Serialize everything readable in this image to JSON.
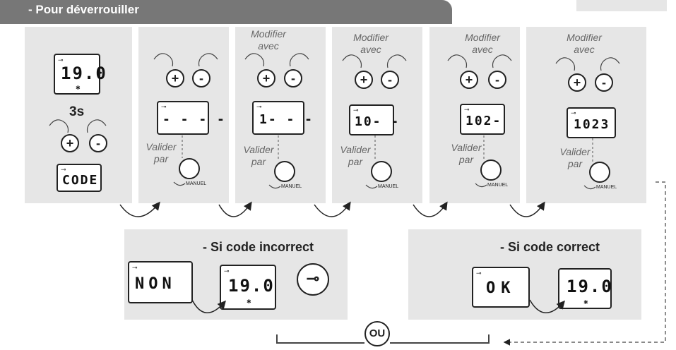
{
  "header": {
    "title": "- Pour déverrouiller"
  },
  "steps": [
    {
      "lcd_main": "19.0",
      "hold_label": "3s",
      "lcd_code": "CODE"
    },
    {
      "lcd": "- - - -",
      "valider": "Valider",
      "par": "par",
      "manuel": "MANUEL"
    },
    {
      "modifier": "Modifier",
      "avec": "avec",
      "lcd": "1- - -",
      "valider": "Valider",
      "par": "par",
      "manuel": "MANUEL"
    },
    {
      "modifier": "Modifier",
      "avec": "avec",
      "lcd": "10- -",
      "valider": "Valider",
      "par": "par",
      "manuel": "MANUEL"
    },
    {
      "modifier": "Modifier",
      "avec": "avec",
      "lcd": "102-",
      "valider": "Valider",
      "par": "par",
      "manuel": "MANUEL"
    },
    {
      "modifier": "Modifier",
      "avec": "avec",
      "lcd": "1023",
      "valider": "Valider",
      "par": "par",
      "manuel": "MANUEL"
    }
  ],
  "buttons": {
    "plus": "+",
    "minus": "-"
  },
  "incorrect": {
    "title": "- Si code incorrect",
    "lcd_left": "NON",
    "lcd_right": "19.0"
  },
  "correct": {
    "title": "- Si code correct",
    "lcd_left": "OK",
    "lcd_right": "19.0"
  },
  "ou_label": "OU",
  "colors": {
    "panel": "#e6e6e6",
    "header": "#777777",
    "ink": "#222222"
  }
}
